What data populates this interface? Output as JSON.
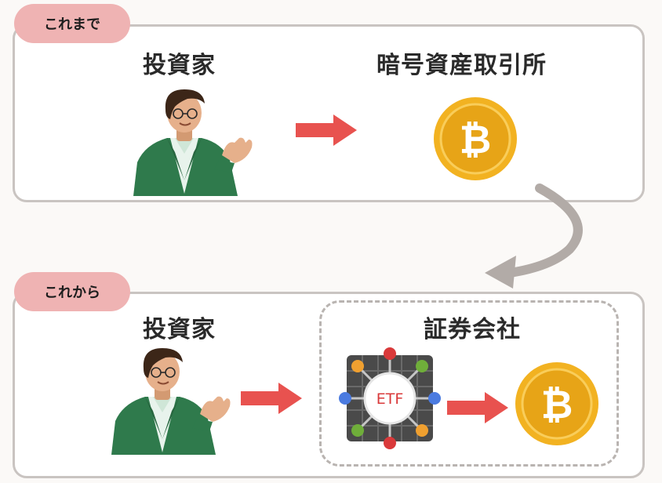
{
  "before": {
    "tag": "これまで",
    "investor_label": "投資家",
    "exchange_label": "暗号資産取引所",
    "coin_symbol": "₿"
  },
  "after": {
    "tag": "これから",
    "investor_label": "投資家",
    "broker_label": "証券会社",
    "etf_label": "ETF",
    "coin_symbol": "₿"
  },
  "colors": {
    "tag_bg": "#efb3b3",
    "arrow": "#e8524f",
    "coin_outer": "#f2b221",
    "coin_inner": "#e7a417",
    "suit": "#2f7a4c",
    "curve_arrow": "#b2aba7"
  }
}
